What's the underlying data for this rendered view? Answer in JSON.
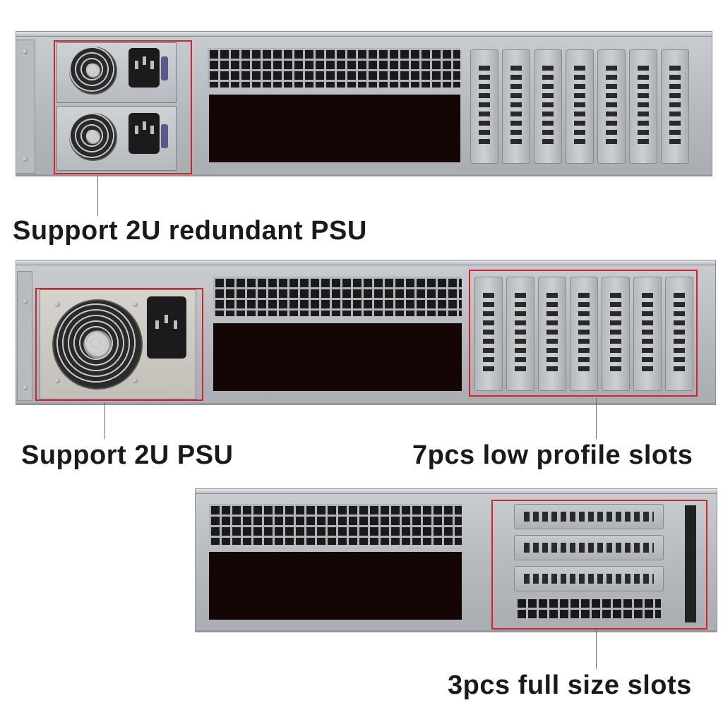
{
  "labels": {
    "redundant_psu": "Support 2U redundant PSU",
    "single_psu": "Support 2U PSU",
    "low_profile": "7pcs low profile slots",
    "full_size": "3pcs full size slots"
  },
  "colors": {
    "highlight_box": "#d1252a",
    "chassis": "#b6babe",
    "background": "#ffffff"
  },
  "chassis_views": [
    {
      "name": "top",
      "psu_type": "redundant",
      "slot_count": 7,
      "slot_orientation": "vertical"
    },
    {
      "name": "middle",
      "psu_type": "single",
      "slot_count": 7,
      "slot_orientation": "vertical"
    },
    {
      "name": "bottom",
      "psu_type": "none",
      "slot_count": 3,
      "slot_orientation": "horizontal"
    }
  ]
}
